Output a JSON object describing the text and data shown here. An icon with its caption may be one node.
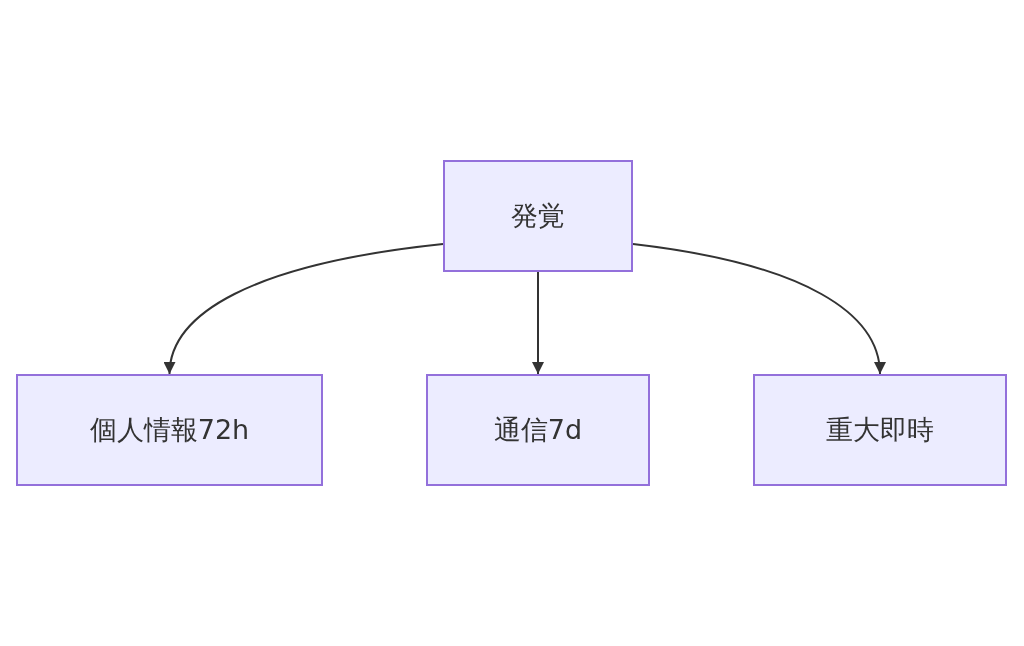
{
  "diagram": {
    "nodes": [
      {
        "text": [
          "発覚"
        ]
      },
      {
        "text": [
          "個人情報72h"
        ]
      },
      {
        "text": [
          "通信7d"
        ]
      },
      {
        "text": [
          "重大即時"
        ]
      }
    ],
    "edges": [
      {
        "from": 0,
        "to": 1,
        "arrow": "to"
      },
      {
        "from": 0,
        "to": 2,
        "arrow": "to"
      },
      {
        "from": 0,
        "to": 3,
        "arrow": "to"
      }
    ]
  }
}
